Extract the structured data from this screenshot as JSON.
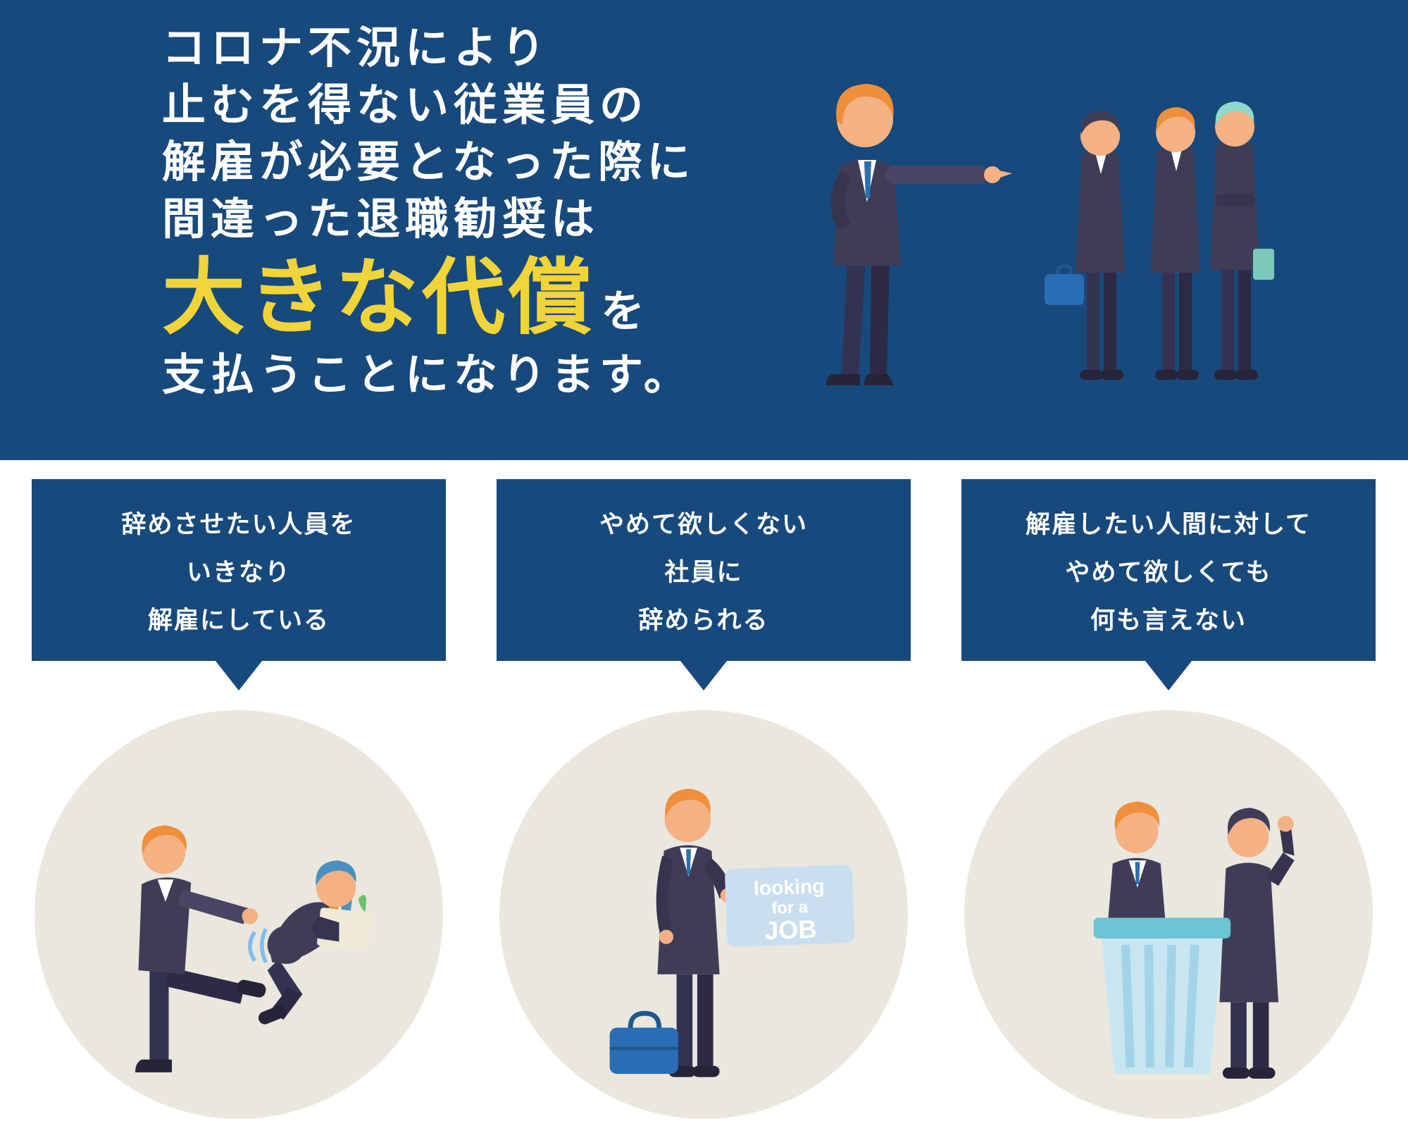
{
  "banner": {
    "bg_color": "#17497C",
    "text_color": "#FFFFFF",
    "highlight_color": "#F0D43A",
    "lines": [
      "コロナ不況により",
      "止むを得ない従業員の",
      "解雇が必要となった際に",
      "間違った退職勧奨は"
    ],
    "highlight": "大きな代償",
    "highlight_suffix": "を",
    "closing": "支払うことになります。",
    "illustration": "boss-pointing-at-three-employees"
  },
  "problems": [
    {
      "bubble_lines": [
        "辞めさせたい人員を",
        "いきなり",
        "解雇にしている"
      ],
      "illustration": "employee-kicked-out-carrying-belongings"
    },
    {
      "bubble_lines": [
        "やめて欲しくない",
        "社員に",
        "辞められる"
      ],
      "illustration": "employee-holding-looking-for-a-job-sign",
      "sign_lines": [
        "looking",
        "for a",
        "JOB"
      ]
    },
    {
      "bubble_lines": [
        "解雇したい人間に対して",
        "やめて欲しくても",
        "何も言えない"
      ],
      "illustration": "two-men-beside-trash-can"
    }
  ],
  "colors": {
    "bubble_bg": "#17497C",
    "circle_bg": "#E9E7DE",
    "suit": "#3F3D56",
    "skin": "#F4B183",
    "hair_orange": "#EF8F3C",
    "hair_blue": "#4A90C2",
    "hair_teal": "#8FD8CC",
    "briefcase": "#2A6DB5",
    "sign_bg": "#C9DFF0",
    "trash_can": "#C8E6F2"
  }
}
